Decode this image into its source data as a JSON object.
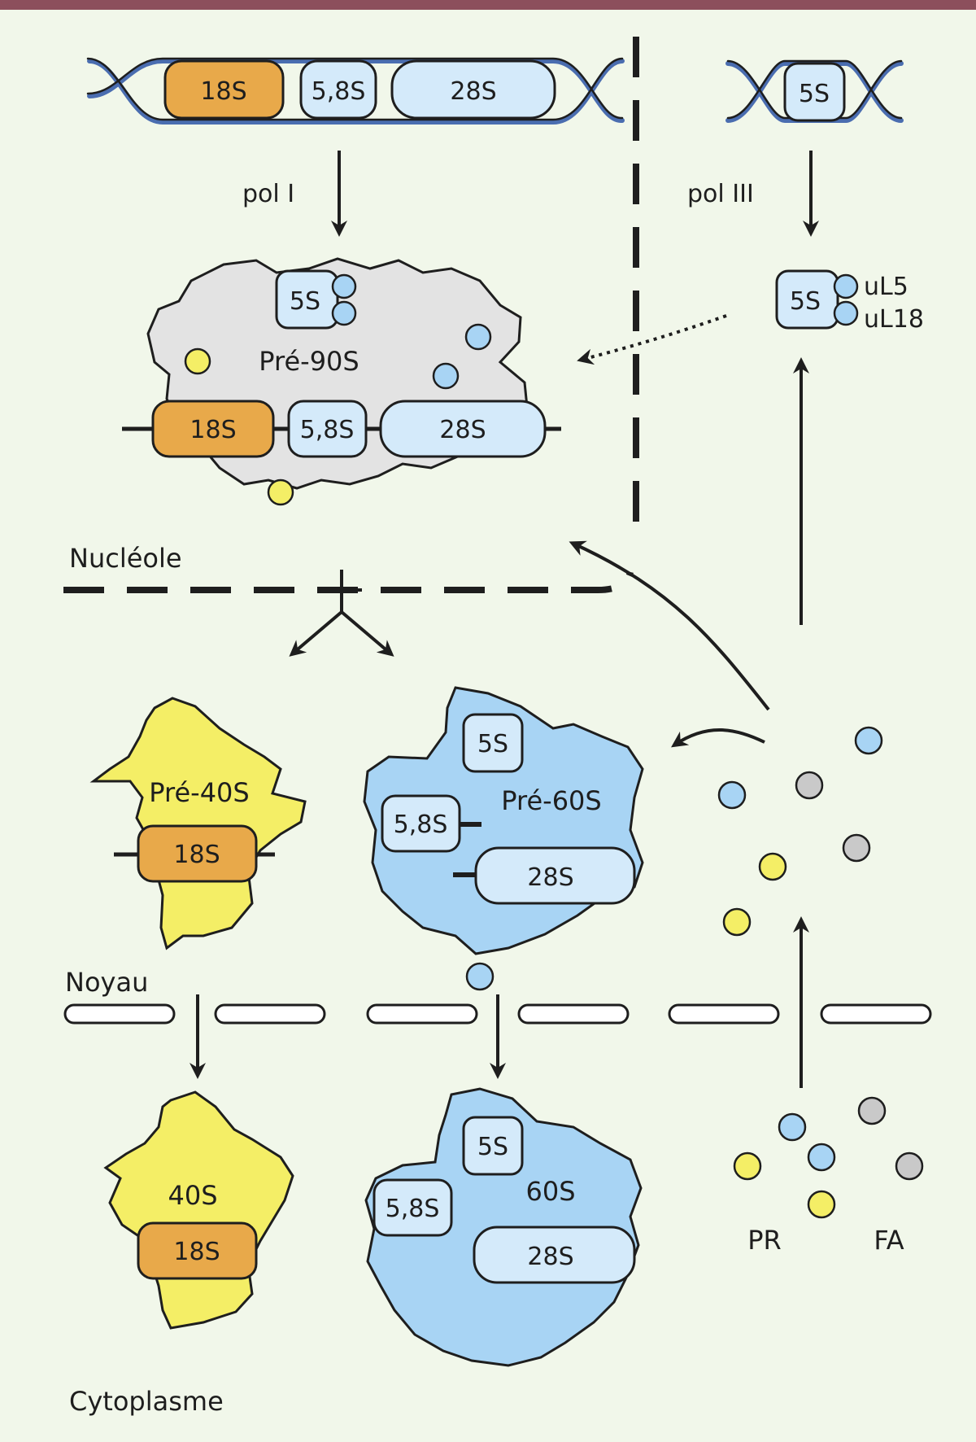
{
  "colors": {
    "background": "#f1f7ea",
    "top_border": "#8c4f5c",
    "rrna_18s": "#e8a94a",
    "rrna_light": "#d4eafa",
    "pre90s_particle": "#e3e3e3",
    "large_subunit": "#a8d4f4",
    "small_subunit": "#f4ee66",
    "protein_blue": "#a8d4f4",
    "protein_yellow": "#f4ee66",
    "protein_grey": "#c9c9c9",
    "outline": "#1e1e1e"
  },
  "genes": {
    "pol1_operon": {
      "rrna_18s": "18S",
      "rrna_58s": "5,8S",
      "rrna_28s": "28S"
    },
    "pol3_gene": {
      "rrna_5s": "5S"
    }
  },
  "polymerases": {
    "pol1": "pol I",
    "pol3": "pol III"
  },
  "rnp_5s": {
    "rrna": "5S",
    "protein_1": "uL5",
    "protein_2": "uL18"
  },
  "pre90s": {
    "label": "Pré-90S",
    "rrna_5s": "5S",
    "rrna_18s": "18S",
    "rrna_58s": "5,8S",
    "rrna_28s": "28S"
  },
  "compartments": {
    "nucleolus": "Nucléole",
    "nucleus": "Noyau",
    "cytoplasm": "Cytoplasme"
  },
  "pre40s": {
    "label": "Pré-40S",
    "rrna_18s": "18S"
  },
  "pre60s": {
    "label": "Pré-60S",
    "rrna_5s": "5S",
    "rrna_58s": "5,8S",
    "rrna_28s": "28S"
  },
  "mature_40s": {
    "label": "40S",
    "rrna_18s": "18S"
  },
  "mature_60s": {
    "label": "60S",
    "rrna_5s": "5S",
    "rrna_58s": "5,8S",
    "rrna_28s": "28S"
  },
  "legend": {
    "ribosomal_proteins": "PR",
    "assembly_factors": "FA"
  },
  "icons": {
    "dna_helix": "dna-helix-icon",
    "ribosomal_protein": "ribosomal-protein-icon",
    "assembly_factor": "assembly-factor-icon"
  }
}
